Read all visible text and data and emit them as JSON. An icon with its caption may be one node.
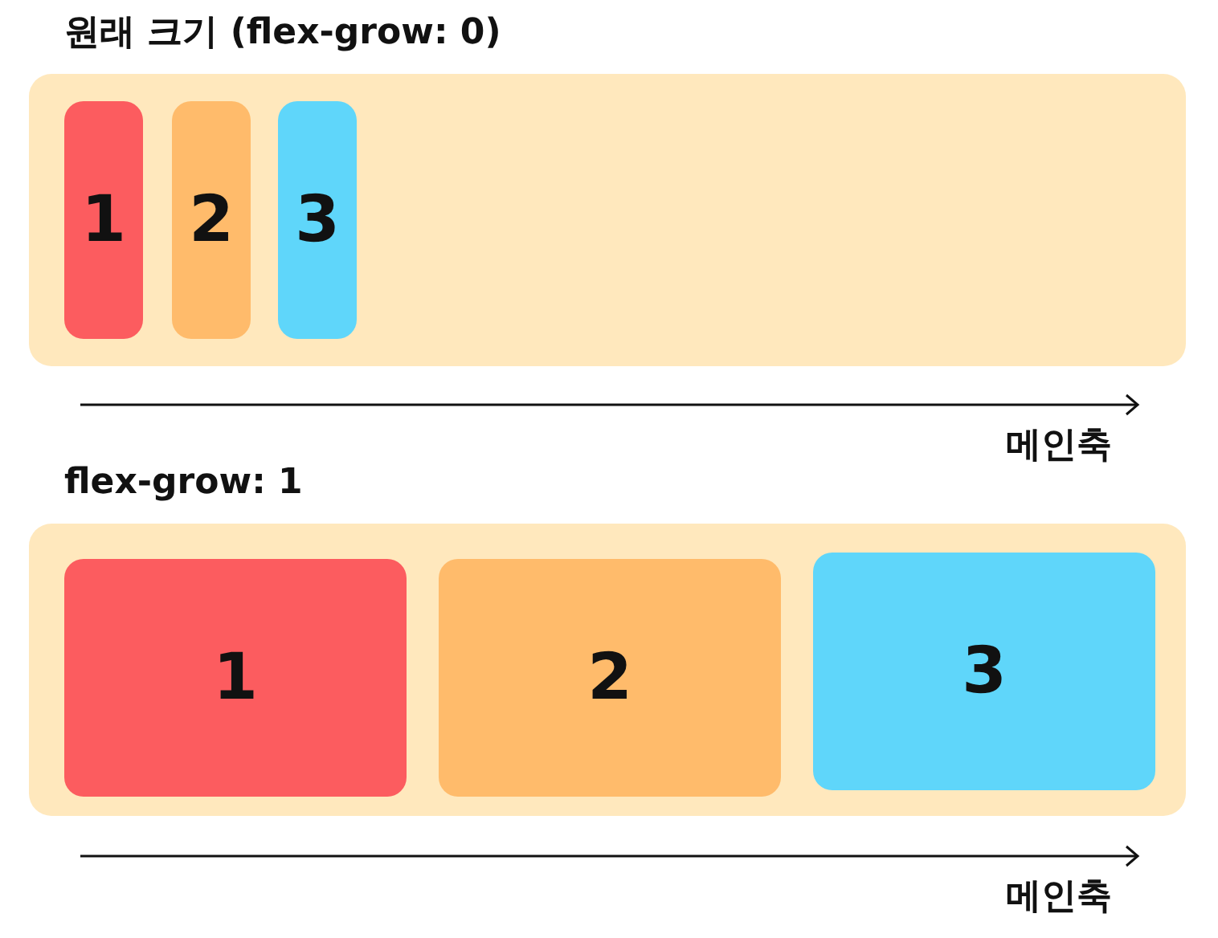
{
  "diagram": {
    "nodes": [
      {
        "text": [
          "원래 크기 (flex-grow: 0)"
        ]
      },
      {
        "text": [
          "1"
        ],
        "in": 0
      },
      {
        "text": [
          "2"
        ],
        "in": 0
      },
      {
        "text": [
          "3"
        ],
        "in": 0
      },
      {
        "text": [
          "flex-grow: 1"
        ]
      },
      {
        "text": [
          "1"
        ],
        "in": 4
      },
      {
        "text": [
          "2"
        ],
        "in": 4
      },
      {
        "text": [
          "3"
        ],
        "in": 4
      }
    ],
    "labels": [
      "메인축",
      "메인축"
    ]
  }
}
